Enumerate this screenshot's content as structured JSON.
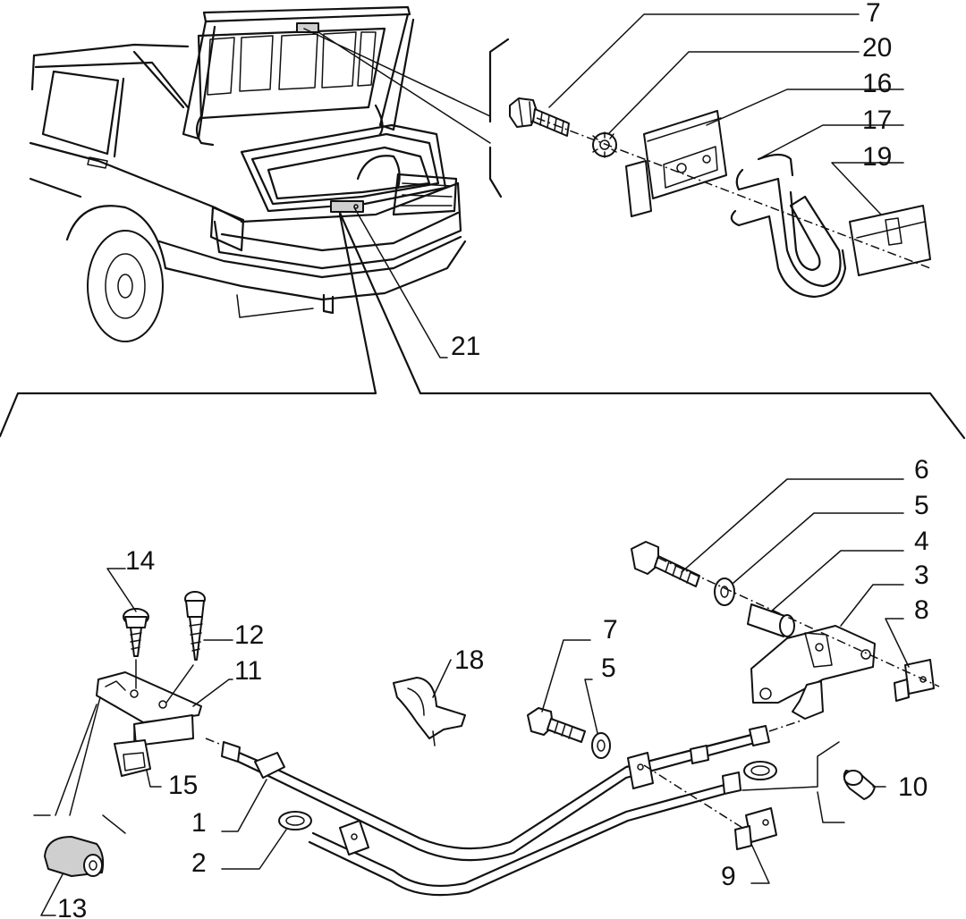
{
  "labels": [
    {
      "id": "7",
      "text": "7"
    },
    {
      "id": "20",
      "text": "20"
    },
    {
      "id": "16",
      "text": "16"
    },
    {
      "id": "17",
      "text": "17"
    },
    {
      "id": "19",
      "text": "19"
    },
    {
      "id": "21",
      "text": "21"
    },
    {
      "id": "6",
      "text": "6"
    },
    {
      "id": "5",
      "text": "5"
    },
    {
      "id": "4",
      "text": "4"
    },
    {
      "id": "3",
      "text": "3"
    },
    {
      "id": "8",
      "text": "8"
    },
    {
      "id": "14",
      "text": "14"
    },
    {
      "id": "12",
      "text": "12"
    },
    {
      "id": "11",
      "text": "11"
    },
    {
      "id": "18",
      "text": "18"
    },
    {
      "id": "7b",
      "text": "7"
    },
    {
      "id": "5b",
      "text": "5"
    },
    {
      "id": "15",
      "text": "15"
    },
    {
      "id": "10",
      "text": "10"
    },
    {
      "id": "1",
      "text": "1"
    },
    {
      "id": "2",
      "text": "2"
    },
    {
      "id": "9",
      "text": "9"
    },
    {
      "id": "13",
      "text": "13"
    }
  ]
}
